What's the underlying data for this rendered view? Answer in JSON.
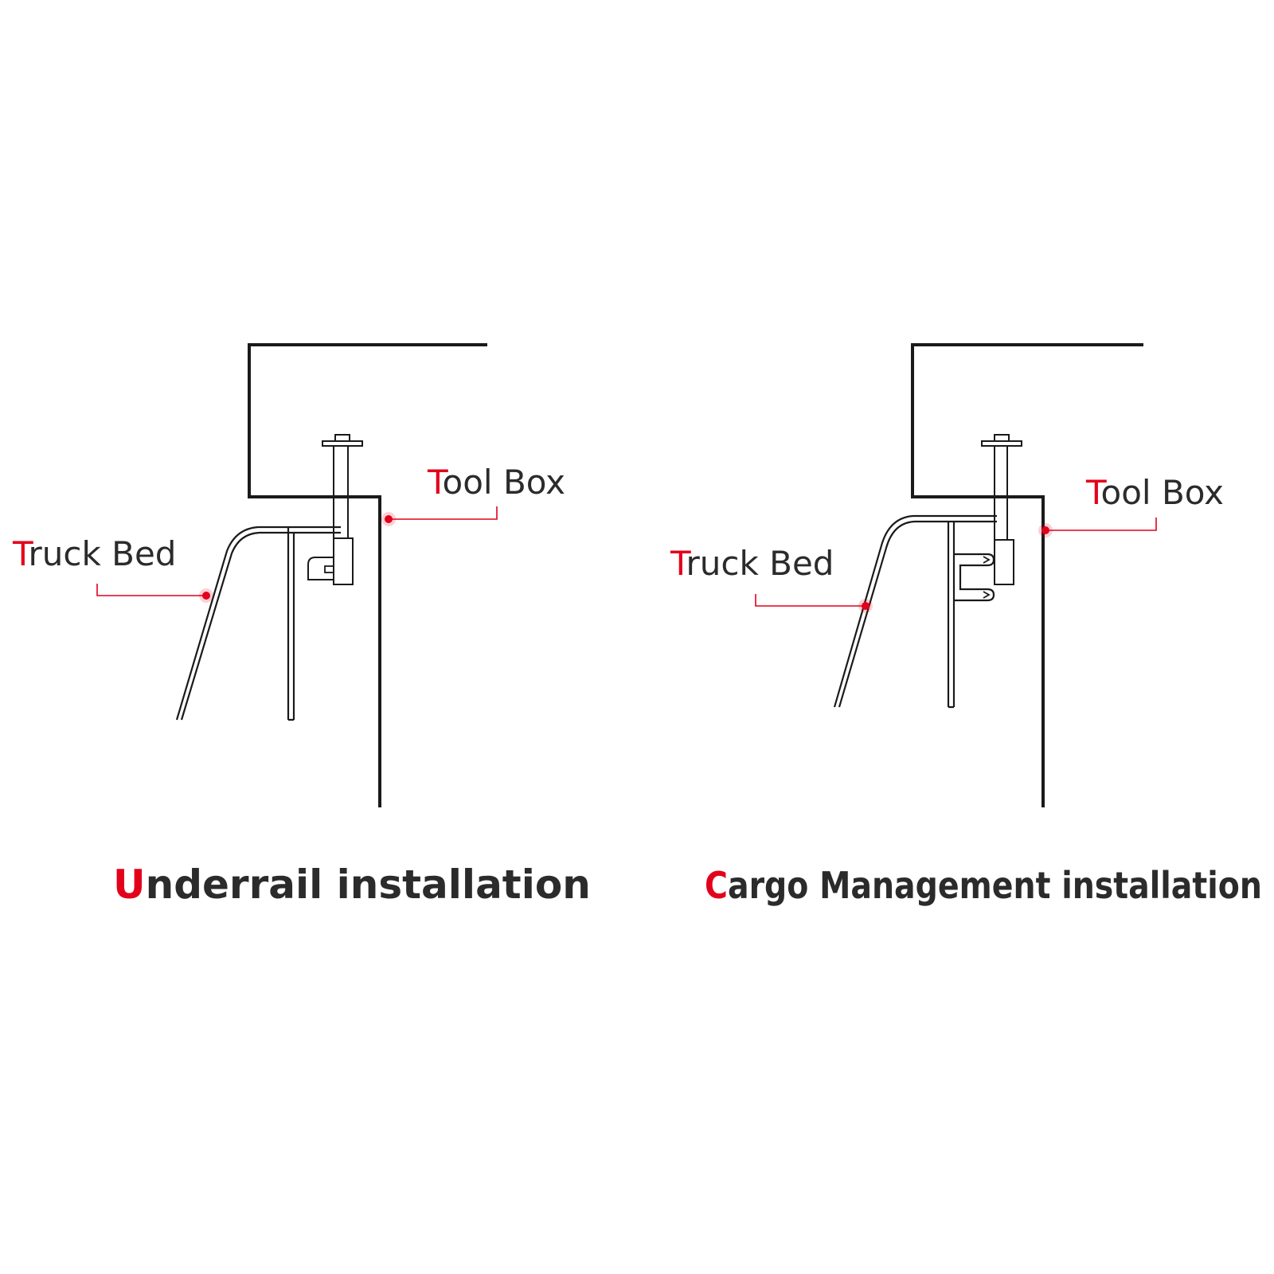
{
  "colors": {
    "accent": "#e3001b",
    "line": "#1a1a1a",
    "text": "#2b2b2b"
  },
  "left_diagram": {
    "toolbox_label": {
      "initial": "T",
      "rest": "ool Box"
    },
    "truckbed_label": {
      "initial": "T",
      "rest": "ruck Bed"
    },
    "caption": {
      "initial": "U",
      "rest": "nderrail installation"
    }
  },
  "right_diagram": {
    "toolbox_label": {
      "initial": "T",
      "rest": "ool Box"
    },
    "truckbed_label": {
      "initial": "T",
      "rest": "ruck Bed"
    },
    "caption": {
      "initial": "C",
      "rest": "argo Management installation"
    }
  }
}
